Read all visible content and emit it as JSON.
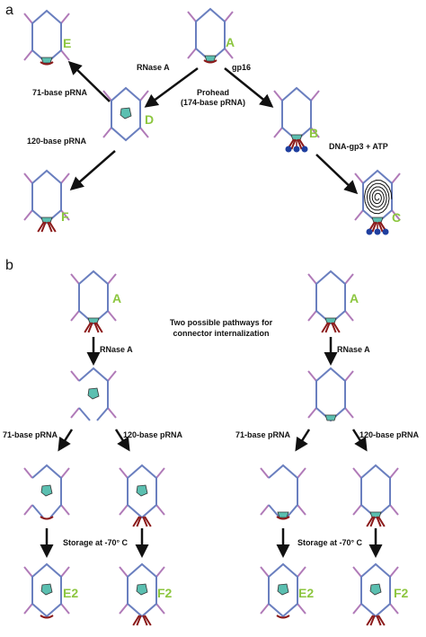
{
  "panels": {
    "a": "a",
    "b": "b"
  },
  "colors": {
    "capsid": "#6a7fbf",
    "spike": "#b07ab8",
    "connector": "#5bbfb0",
    "tail": "#8b1a1a",
    "bead": "#1f3f9f",
    "label_green": "#8cc63f",
    "arrow": "#111111"
  },
  "panel_a": {
    "particles": {
      "A": "A",
      "B": "B",
      "C": "C",
      "D": "D",
      "E": "E",
      "F": "F"
    },
    "arrows": {
      "rnase": "RNase A",
      "gp16": "gp16",
      "prohead_line1": "Prohead",
      "prohead_line2": "(174-base pRNA)",
      "dna": "DNA-gp3 + ATP",
      "pRNA71": "71-base pRNA",
      "pRNA120": "120-base pRNA"
    }
  },
  "panel_b": {
    "center_line1": "Two possible pathways for",
    "center_line2": "connector internalization",
    "rnase": "RNase A",
    "pRNA71": "71-base pRNA",
    "pRNA120": "120-base pRNA",
    "storage": "Storage at -70° C",
    "particles": {
      "A": "A",
      "E2": "E2",
      "F2": "F2"
    }
  }
}
